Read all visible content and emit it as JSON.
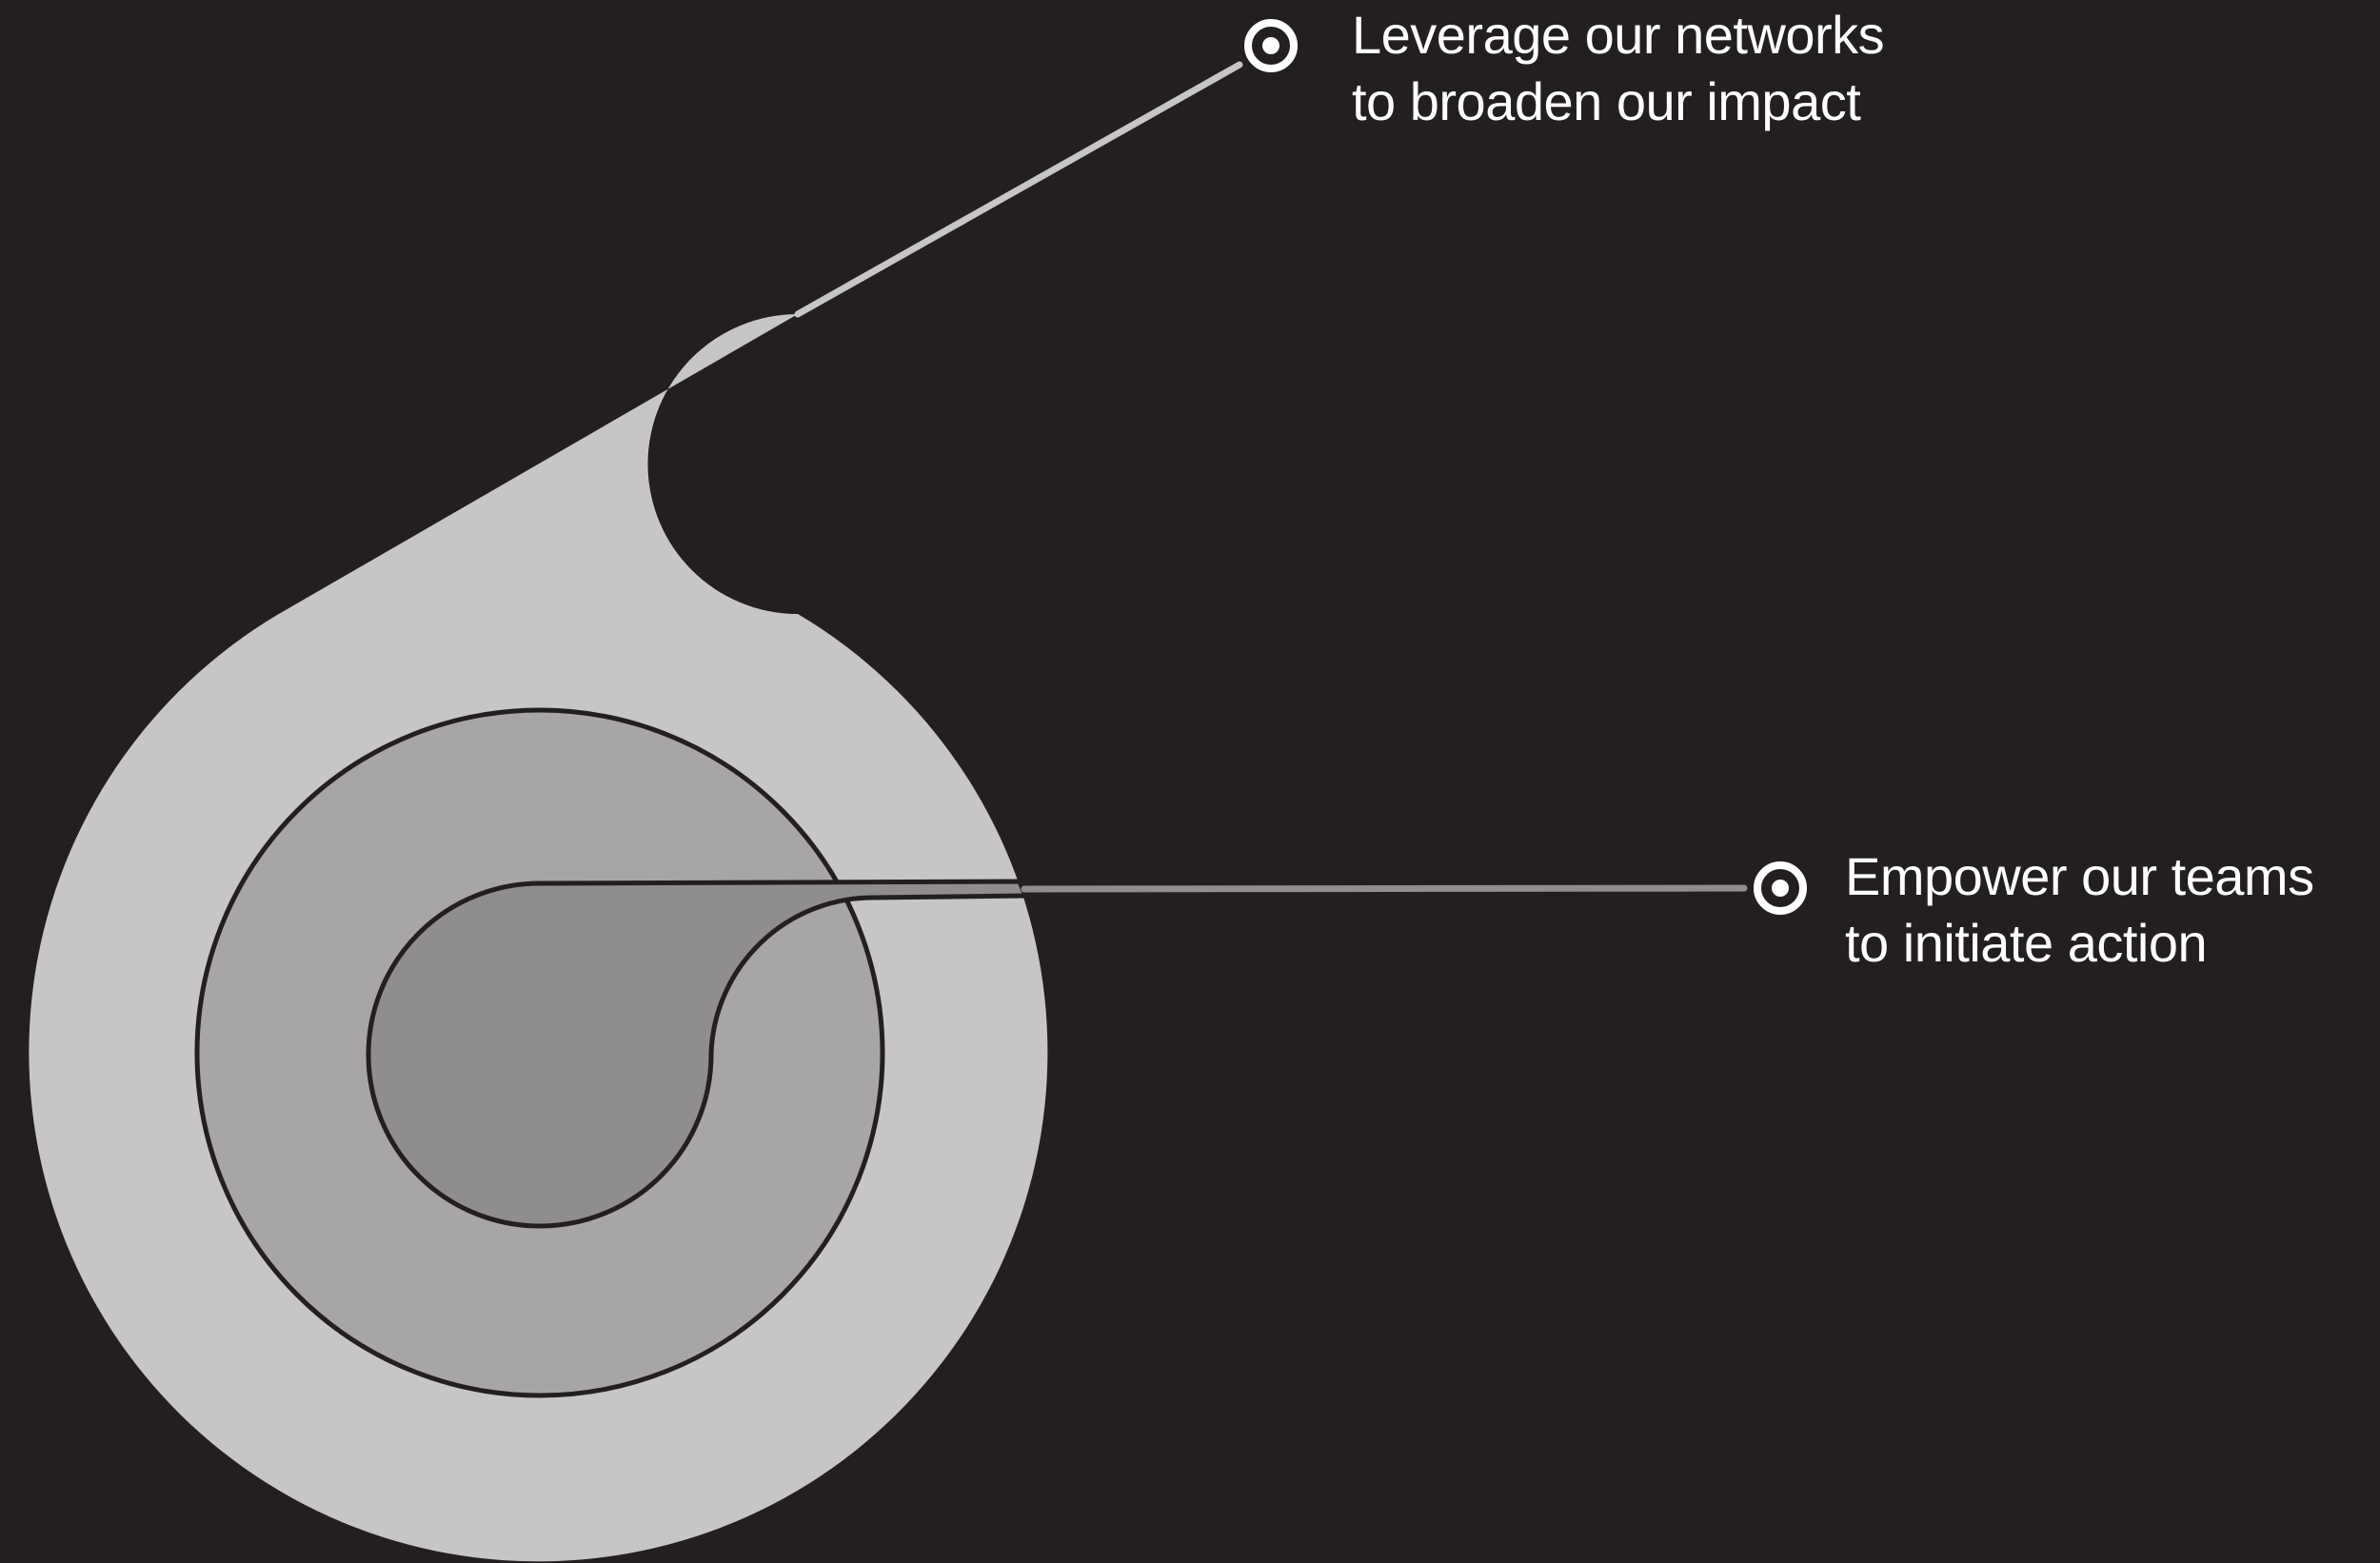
{
  "diagram": {
    "callouts": [
      {
        "id": "networks",
        "lines": [
          "Leverage our networks",
          "to broaden our impact"
        ]
      },
      {
        "id": "teams",
        "lines": [
          "Empower our teams",
          "to initiate action"
        ]
      }
    ],
    "colors": {
      "background": "#231f20",
      "outer_shape": "#c6c6c6",
      "middle_circle": "#a7a5a6",
      "inner_shape": "#8f8d8e",
      "outline": "#231f20",
      "text": "#ffffff",
      "callout_line_top": "#c6c6c6",
      "callout_line_right": "#8f8d8e",
      "marker": "#ffffff"
    },
    "icons": [
      "target-marker-icon",
      "target-marker-icon"
    ]
  }
}
